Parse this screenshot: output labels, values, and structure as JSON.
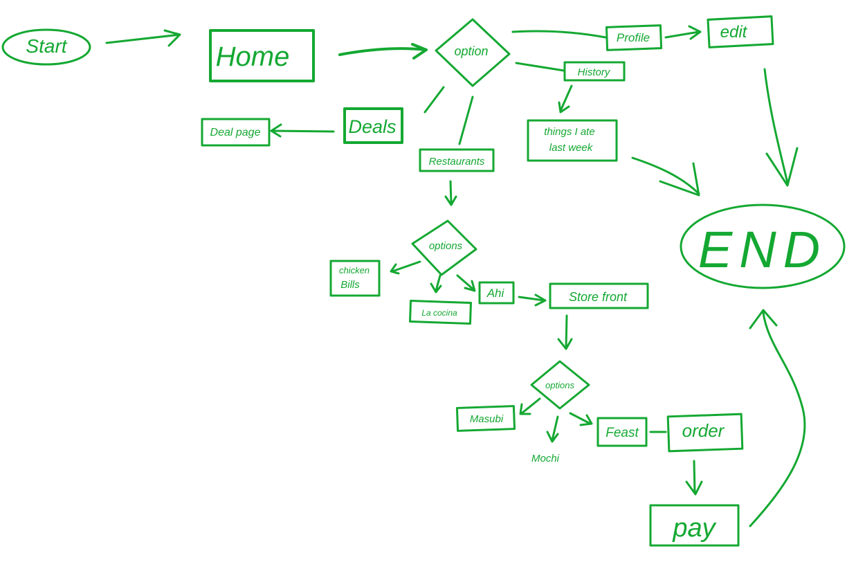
{
  "diagram": {
    "stroke_color": "#14a832",
    "background": "#ffffff",
    "nodes": {
      "start": "Start",
      "home": "Home",
      "option": "option",
      "profile": "Profile",
      "edit": "edit",
      "history": "History",
      "things_line1": "things I ate",
      "things_line2": "last week",
      "deals": "Deals",
      "deal_page": "Deal page",
      "restaurants": "Restaurants",
      "options1": "options",
      "chicken_line1": "chicken",
      "chicken_line2": "Bills",
      "la_cocina": "La cocina",
      "ahi": "Ahi",
      "store_front": "Store front",
      "options2": "options",
      "masubi": "Masubi",
      "mochi": "Mochi",
      "feast": "Feast",
      "order": "order",
      "pay": "pay",
      "end": "END"
    }
  }
}
